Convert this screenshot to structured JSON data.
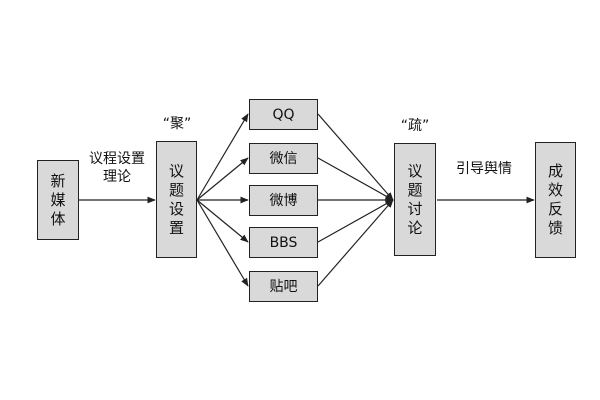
{
  "nodes": {
    "new_media": "新媒体",
    "agenda_setting": "议题设置",
    "agenda_discussion": "议题讨论",
    "feedback": "成效反馈"
  },
  "platforms": [
    "QQ",
    "微信",
    "微博",
    "BBS",
    "贴吧"
  ],
  "labels": {
    "theory_line1": "议程设置",
    "theory_line2": "理论",
    "gather": "“聚”",
    "disperse": "“疏”",
    "guide": "引导舆情"
  },
  "colors": {
    "box_fill": "#d9d9d9",
    "stroke": "#222222"
  }
}
